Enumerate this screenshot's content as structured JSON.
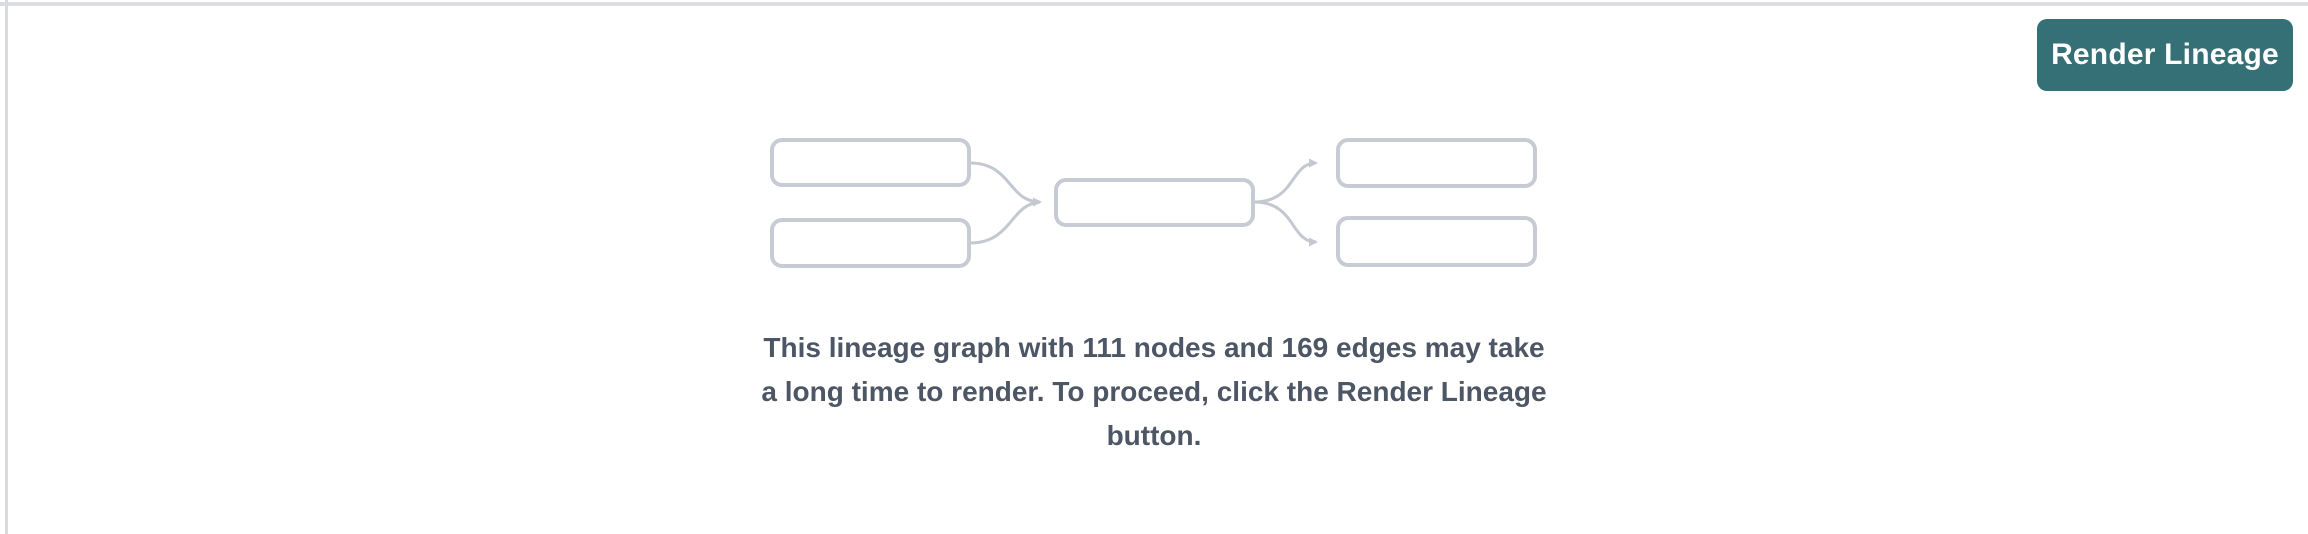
{
  "page": {
    "background_color": "#ffffff",
    "top_border_color": "#dcdde1",
    "left_border_color": "#d9dade"
  },
  "toolbar": {
    "render_lineage_button": {
      "label": "Render Lineage",
      "background_color": "#367077",
      "text_color": "#ffffff"
    }
  },
  "empty_state": {
    "illustration": {
      "name": "lineage-graph-placeholder",
      "description": "Five empty rounded rectangles: two upstream nodes joined by curved arrows into one central node, which splits by curved arrows into two downstream nodes",
      "box_border_color": "#c7ccd4",
      "arrow_color": "#c3c8d1",
      "box_fill_color": "#ffffff"
    },
    "message": {
      "lines": [
        "This lineage graph with 111 nodes and 169 edges may take",
        "a long time to render. To proceed, click the Render Lineage",
        "button."
      ],
      "node_count": 111,
      "edge_count": 169,
      "text_color": "#4d5665"
    }
  }
}
